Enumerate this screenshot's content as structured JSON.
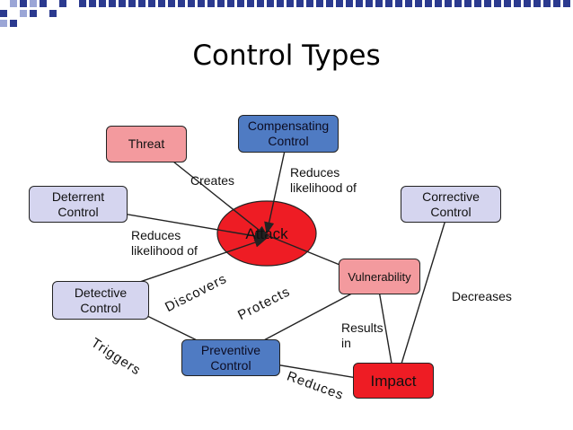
{
  "slide": {
    "title": "Control Types"
  },
  "nodes": {
    "threat": "Threat",
    "compensating": "Compensating\nControl",
    "deterrent": "Deterrent\nControl",
    "corrective": "Corrective\nControl",
    "attack": "Attack",
    "detective": "Detective\nControl",
    "vulnerability": "Vulnerability",
    "preventive": "Preventive\nControl",
    "impact": "Impact"
  },
  "edge_labels": {
    "creates": "Creates",
    "reduces_likelihood_1": "Reduces\nlikelihood of",
    "reduces_likelihood_2": "Reduces\nlikelihood of",
    "discovers": "Discovers",
    "protects": "Protects",
    "decreases": "Decreases",
    "results_in": "Results\n      in",
    "triggers": "Triggers",
    "reduces": "Reduces"
  },
  "colors": {
    "header_blue": "#2b3a8f",
    "lavender": "#d5d5ef",
    "pink": "#f39a9e",
    "blue": "#4f7bc3",
    "red": "#ee1c24"
  }
}
